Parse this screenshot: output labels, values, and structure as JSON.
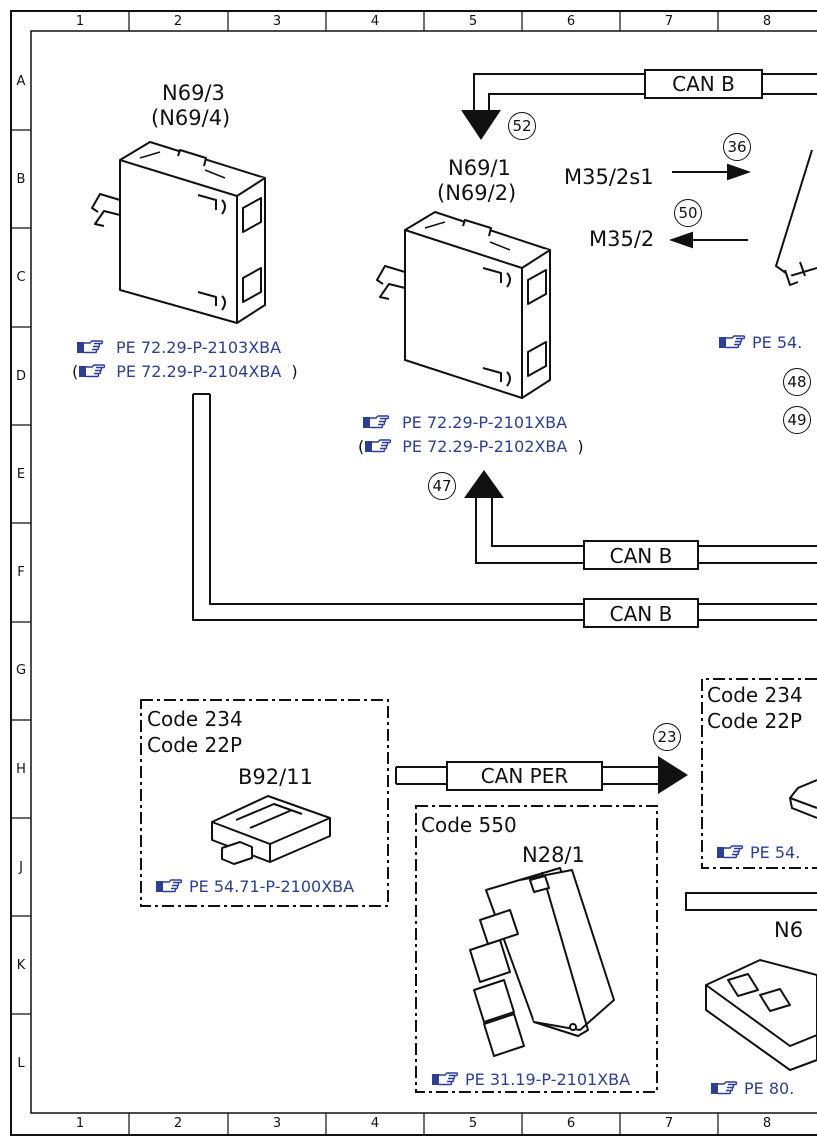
{
  "grid": {
    "columns": [
      "1",
      "2",
      "3",
      "4",
      "5",
      "6",
      "7",
      "8"
    ],
    "rows": [
      "A",
      "B",
      "C",
      "D",
      "E",
      "F",
      "G",
      "H",
      "J",
      "K",
      "L"
    ]
  },
  "components": {
    "n69_3": {
      "name": "N69/3",
      "alt": "(N69/4)"
    },
    "n69_1": {
      "name": "N69/1",
      "alt": "(N69/2)"
    },
    "b92_11": {
      "name": "B92/11"
    },
    "n28_1": {
      "name": "N28/1"
    },
    "n69_partial": {
      "name": "N6"
    },
    "m35_2s1": {
      "name": "M35/2s1"
    },
    "m35_2": {
      "name": "M35/2"
    }
  },
  "refs": {
    "n69_3_a": "PE 72.29-P-2103XBA",
    "n69_3_b": "PE 72.29-P-2104XBA",
    "n69_1_a": "PE 72.29-P-2101XBA",
    "n69_1_b": "PE 72.29-P-2102XBA",
    "b92_11": "PE 54.71-P-2100XBA",
    "n28_1": "PE 31.19-P-2101XBA",
    "right_top": "PE 54.",
    "right_mid": "PE 54.",
    "right_bottom": "PE 80."
  },
  "codes": {
    "box_left_1": "Code 234",
    "box_left_2": "Code 22P",
    "box_mid": "Code 550",
    "box_right_1": "Code 234",
    "box_right_2": "Code 22P"
  },
  "buses": {
    "can_b_top": "CAN B",
    "can_b_mid": "CAN B",
    "can_b_low": "CAN B",
    "can_per": "CAN PER"
  },
  "callouts": {
    "c52": "52",
    "c36": "36",
    "c50": "50",
    "c48": "48",
    "c49": "49",
    "c47": "47",
    "c23": "23"
  },
  "paren_open": "(",
  "paren_close": ")"
}
